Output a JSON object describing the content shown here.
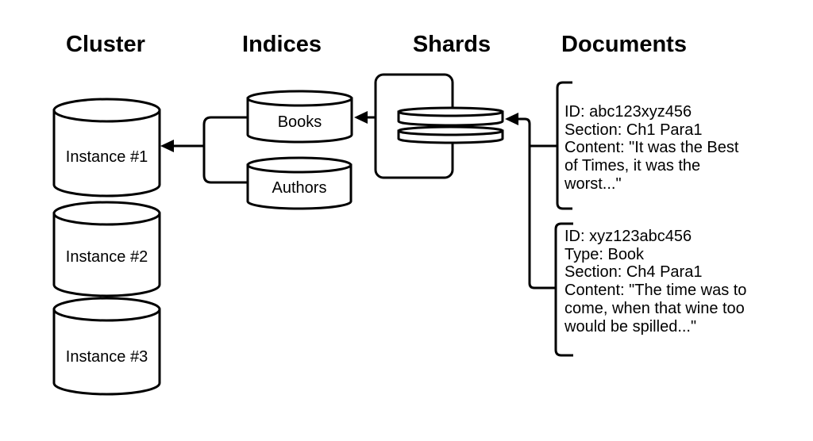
{
  "headers": {
    "cluster": "Cluster",
    "indices": "Indices",
    "shards": "Shards",
    "documents": "Documents"
  },
  "cluster": {
    "instances": [
      {
        "label": "Instance #1"
      },
      {
        "label": "Instance #2"
      },
      {
        "label": "Instance #3"
      }
    ]
  },
  "indices": {
    "items": [
      {
        "label": "Books"
      },
      {
        "label": "Authors"
      }
    ]
  },
  "shards": {
    "disk_count": 2
  },
  "documents": {
    "items": [
      {
        "text": "ID: abc123xyz456\nSection: Ch1 Para1\nContent: \"It was the Best\nof Times, it was the\nworst...\""
      },
      {
        "text": "ID: xyz123abc456\nType: Book\nSection: Ch4 Para1\nContent: \"The time was to\ncome, when that wine too\nwould be spilled...\""
      }
    ]
  },
  "colors": {
    "stroke": "#000000",
    "fill": "#ffffff",
    "background": "#ffffff",
    "text": "#000000"
  }
}
